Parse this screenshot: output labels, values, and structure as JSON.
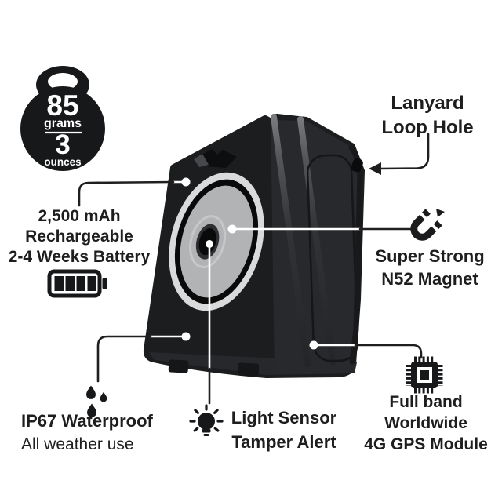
{
  "colors": {
    "background": "#ffffff",
    "text": "#1e1e1e",
    "device_front": "#1c1d1f",
    "device_side": "#28292c",
    "magnet_ring_light": "#c9cacc",
    "magnet_ring_black": "#0a0a0b",
    "magnet_disc": "#97989b",
    "connector_black": "#1f1f1f",
    "connector_white": "#ffffff",
    "icon_black": "#17181a"
  },
  "weight_badge": {
    "grams_value": "85",
    "grams_unit": "grams",
    "ounces_value": "3",
    "ounces_unit": "ounces"
  },
  "callouts": {
    "lanyard": {
      "line1": "Lanyard",
      "line2": "Loop Hole"
    },
    "battery": {
      "line1": "2,500 mAh",
      "line2": "Rechargeable",
      "line3": "2-4 Weeks Battery"
    },
    "magnet": {
      "line1": "Super Strong",
      "line2": "N52 Magnet"
    },
    "waterproof": {
      "line1": "IP67 Waterproof",
      "line2": "All weather use"
    },
    "light_sensor": {
      "line1": "Light Sensor",
      "line2": "Tamper Alert"
    },
    "gps": {
      "line1": "Full band",
      "line2": "Worldwide",
      "line3": "4G GPS Module"
    }
  },
  "icons": {
    "kettlebell_icon": "kettlebell-weight",
    "battery_icon": "battery-four-bars",
    "magnet_icon": "horseshoe-magnet",
    "water_drops_icon": "three-water-drops",
    "light_bulb_icon": "light-bulb-with-rays",
    "chip_icon": "cpu-chip",
    "lanyard_arrow_icon": "left-arrow",
    "callout_dot_icon": "white-dot"
  }
}
